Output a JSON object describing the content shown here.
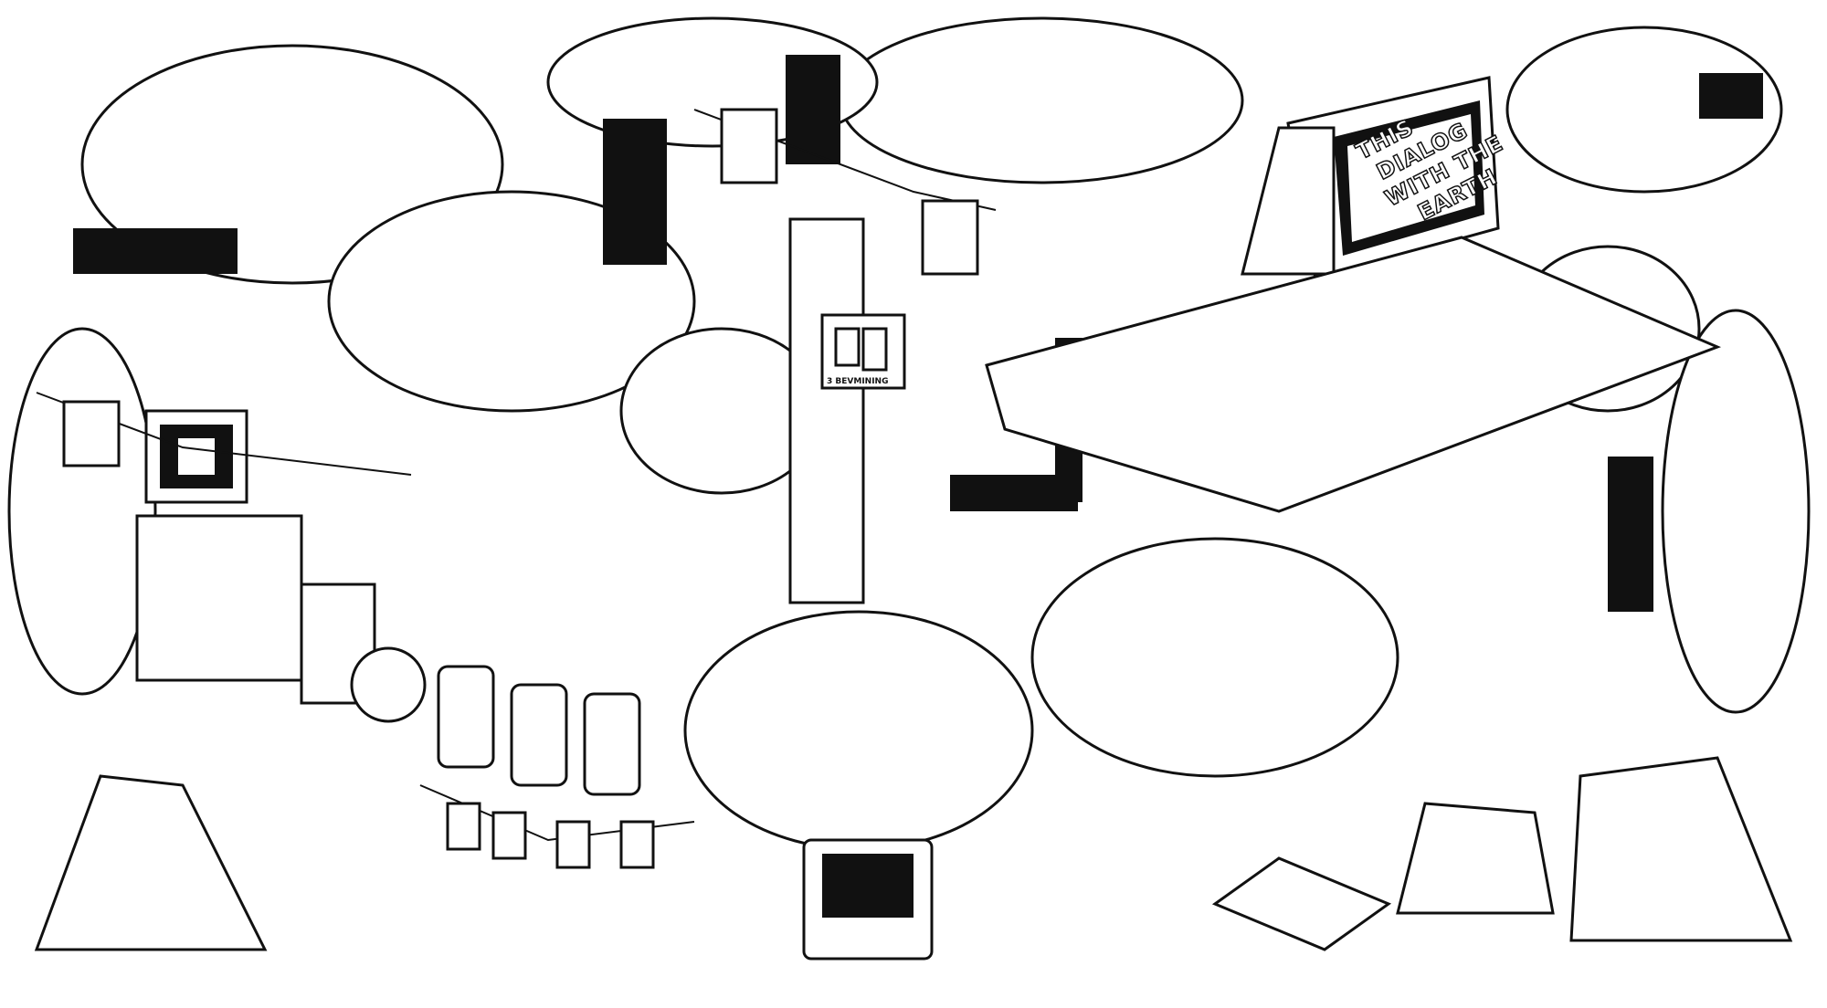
{
  "illustration": {
    "monitor_sign": {
      "lines": [
        "THIS",
        "DIALOG",
        "WITH THE",
        "EARTH"
      ]
    },
    "cup_flag_label": "3 BEVMINING",
    "colors": {
      "ink": "#111111",
      "paper": "#ffffff"
    }
  }
}
